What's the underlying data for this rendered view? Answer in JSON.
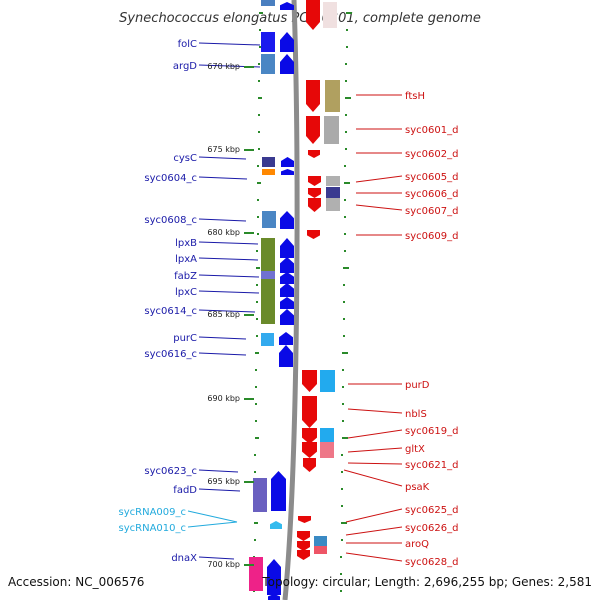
{
  "title": "Synechococcus elongatus PCC 6301, complete genome",
  "footer": {
    "accession": "Accession: NC_006576",
    "topology": "Topology: circular; Length: 2,696,255 bp; Genes: 2,581"
  },
  "colors": {
    "leftArrow": "#0a0ae6",
    "rightArrow": "#e60808",
    "rnaArrow": "#33bbee",
    "leftLabel": "#1a1aa8",
    "rightLabel": "#cc1111",
    "rnaLabel": "#22aadd",
    "tick": "#2a8a2a",
    "backbone": "#8c8c8c"
  },
  "kbp_labels": [
    "670 kbp",
    "675 kbp",
    "680 kbp",
    "685 kbp",
    "690 kbp",
    "695 kbp",
    "700 kbp"
  ],
  "left_genes": [
    "folC",
    "argD",
    "cysC",
    "syc0604_c",
    "syc0608_c",
    "lpxB",
    "lpxA",
    "fabZ",
    "lpxC",
    "syc0614_c",
    "purC",
    "syc0616_c",
    "syc0623_c",
    "fadD",
    "dnaX"
  ],
  "rna_genes": [
    "sycRNA009_c",
    "sycRNA010_c"
  ],
  "right_genes": [
    "ftsH",
    "syc0601_d",
    "syc0602_d",
    "syc0605_d",
    "syc0606_d",
    "syc0607_d",
    "syc0609_d",
    "purD",
    "nblS",
    "syc0619_d",
    "gltX",
    "syc0621_d",
    "psaK",
    "syc0625_d",
    "syc0626_d",
    "aroQ",
    "syc0628_d"
  ]
}
